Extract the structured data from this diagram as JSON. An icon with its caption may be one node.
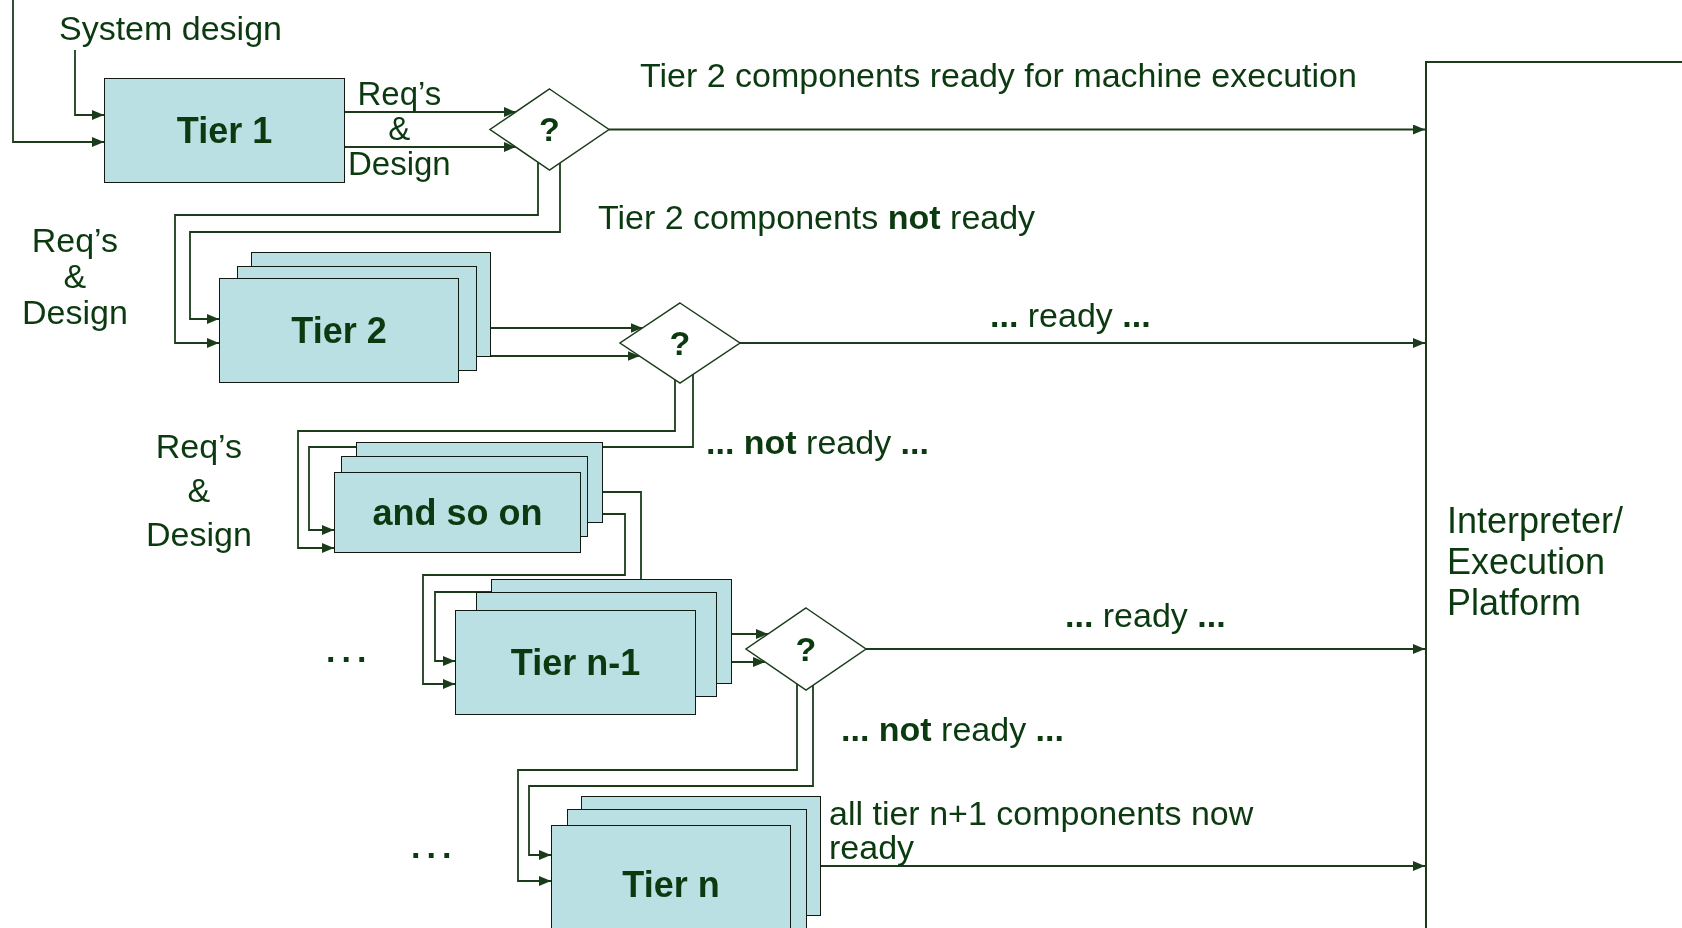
{
  "diagram": {
    "nodes": [
      {
        "text": [
          "System design"
        ]
      },
      {
        "text": [
          "Tier 1"
        ]
      },
      {
        "text": [
          "?"
        ]
      },
      {
        "text": [
          "Interpreter/ Execution Platform"
        ]
      },
      {
        "text": [
          "Tier 2"
        ]
      },
      {
        "text": [
          "?"
        ]
      },
      {
        "text": [
          "and so on"
        ]
      },
      {
        "text": [
          "Tier n-1"
        ]
      },
      {
        "text": [
          "?"
        ]
      },
      {
        "text": [
          "Tier n"
        ]
      }
    ],
    "edges": [
      {
        "from": null,
        "to": 1,
        "arrow": "to"
      },
      {
        "from": 0,
        "to": 1,
        "arrow": "to"
      },
      {
        "from": 1,
        "to": 2,
        "arrow": "to"
      },
      {
        "from": 1,
        "to": 2,
        "arrow": "to"
      },
      {
        "from": 2,
        "to": 3,
        "arrow": "to",
        "label": "Tier 2 components ready for machine execution"
      },
      {
        "from": 2,
        "to": 4,
        "arrow": "to",
        "label": "Tier 2 components **not** ready"
      },
      {
        "from": 2,
        "to": 4,
        "arrow": "to"
      },
      {
        "from": 4,
        "to": 5,
        "arrow": "to"
      },
      {
        "from": 4,
        "to": 5,
        "arrow": "to"
      },
      {
        "from": 5,
        "to": 3,
        "arrow": "to",
        "label": "**...** ready **...**"
      },
      {
        "from": 5,
        "to": 6,
        "arrow": "to",
        "label": "**... not** ready **...**"
      },
      {
        "from": 5,
        "to": 6,
        "arrow": "to"
      },
      {
        "from": 6,
        "to": 7,
        "arrow": "to"
      },
      {
        "from": 6,
        "to": 7,
        "arrow": "to"
      },
      {
        "from": 7,
        "to": 8,
        "arrow": "to"
      },
      {
        "from": 7,
        "to": 8,
        "arrow": "to"
      },
      {
        "from": 8,
        "to": 3,
        "arrow": "to",
        "label": "**...** ready **...**"
      },
      {
        "from": 8,
        "to": 9,
        "arrow": "to",
        "label": "**... not** ready **...**"
      },
      {
        "from": 8,
        "to": 9,
        "arrow": "to"
      },
      {
        "from": 9,
        "to": 3,
        "arrow": "to",
        "label": "all tier n+1 components now ready"
      }
    ],
    "labels": [
      "Req’s & Design",
      "Req’s & Design",
      "Req’s & Design",
      "...",
      "..."
    ]
  }
}
